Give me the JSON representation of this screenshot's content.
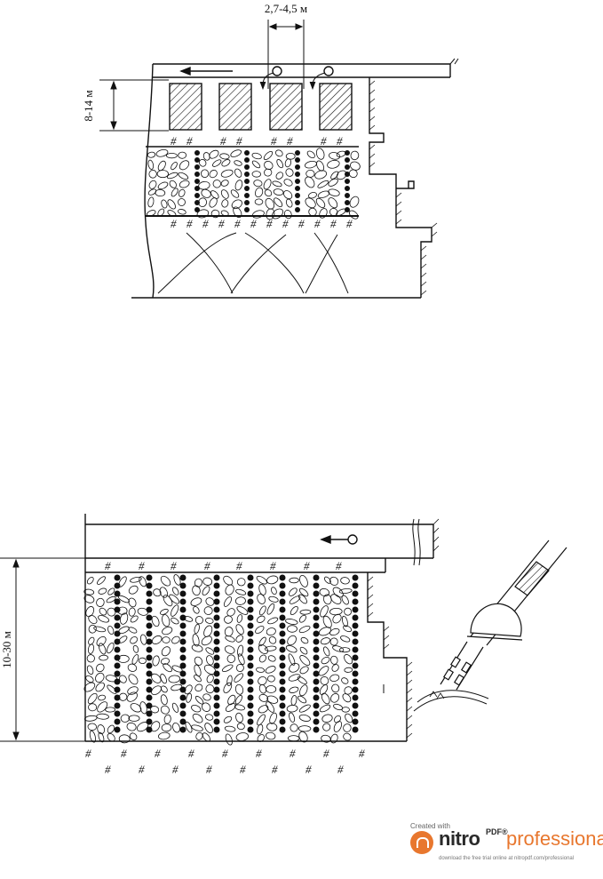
{
  "top_diagram": {
    "spacing_label": "2,7-4,5 м",
    "height_label": "8-14 м"
  },
  "bottom_diagram": {
    "height_label": "10-30 м"
  },
  "watermark": {
    "created_with": "Created with",
    "brand": "nitro",
    "brand_sup": "PDF®",
    "edition": "professional",
    "tagline": "download the free trial online at nitropdf.com/professional"
  }
}
